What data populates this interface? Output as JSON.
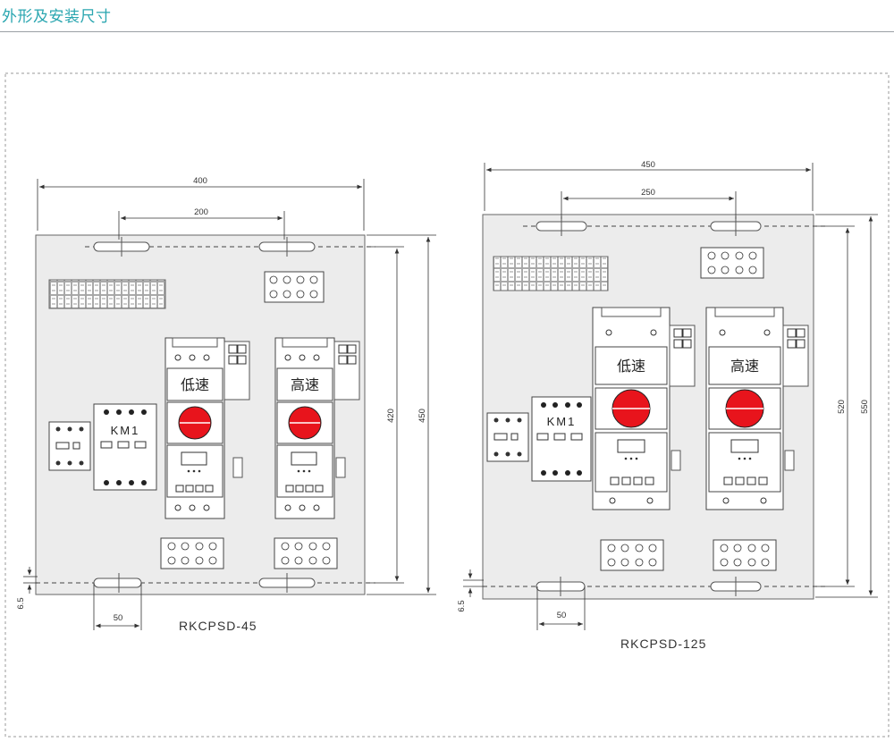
{
  "header": {
    "title": "外形及安装尺寸"
  },
  "panels": [
    {
      "model": "RKCPSD-45",
      "dims": {
        "width": "400",
        "hole_spacing": "200",
        "height_inner": "420",
        "height_outer": "450",
        "edge_offset": "6.5",
        "hole_slot": "50"
      },
      "units": [
        {
          "label": "低速"
        },
        {
          "label": "高速"
        }
      ],
      "contactor_label": "KM1"
    },
    {
      "model": "RKCPSD-125",
      "dims": {
        "width": "450",
        "hole_spacing": "250",
        "height_inner": "520",
        "height_outer": "550",
        "edge_offset": "6.5",
        "hole_slot": "50"
      },
      "units": [
        {
          "label": "低速"
        },
        {
          "label": "高速"
        }
      ],
      "contactor_label": "KM1"
    }
  ],
  "colors": {
    "title": "#2aa6b0",
    "panel": "#ececec",
    "knob": "#e8141c",
    "line": "#333333"
  }
}
